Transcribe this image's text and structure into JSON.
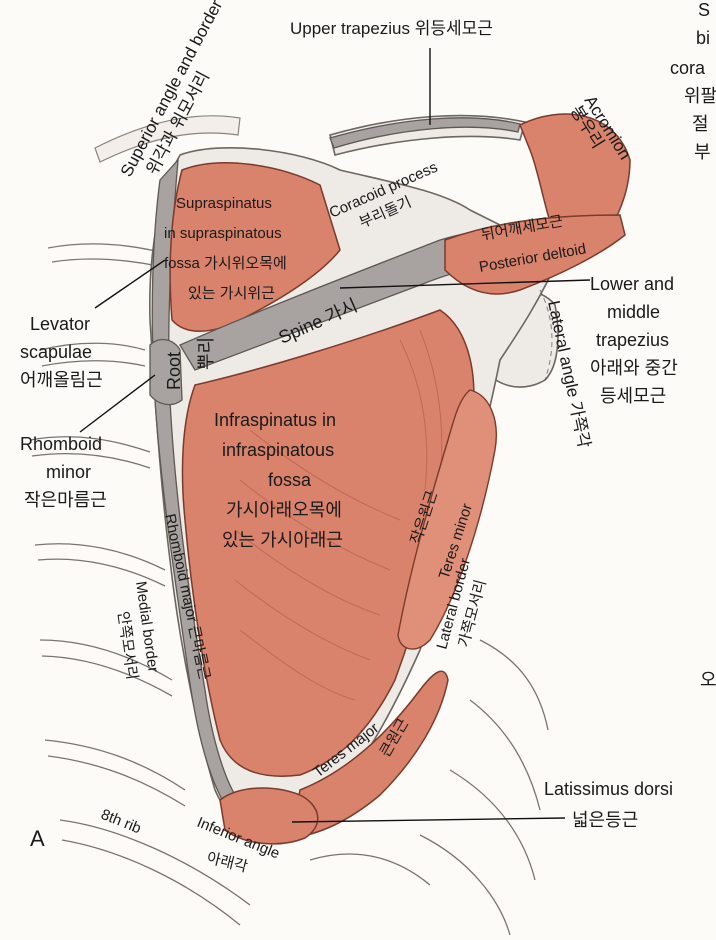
{
  "panel_letter": "A",
  "labels": {
    "upper_trapezius": "Upper trapezius 위등세모근",
    "superior_angle": "Superior angle and border",
    "superior_angle_ko": "위각과 위모서리",
    "acromion": "Acromion",
    "acromion_ko": "봉우리",
    "coracoid": "Coracoid process",
    "coracoid_ko": "부리돌기",
    "supraspinatus_1": "Supraspinatus",
    "supraspinatus_2": "in supraspinatous",
    "supraspinatus_3": "fossa 가시위오목에",
    "supraspinatus_4": "있는 가시위근",
    "posterior_deltoid_ko": "뒤어깨세모근",
    "posterior_deltoid": "Posterior deltoid",
    "lower_middle_1": "Lower and",
    "lower_middle_2": "middle",
    "lower_middle_3": "trapezius",
    "lower_middle_4": "아래와 중간",
    "lower_middle_5": "등세모근",
    "spine": "Spine 가시",
    "levator_1": "Levator",
    "levator_2": "scapulae",
    "levator_3": "어깨올림근",
    "root": "Root",
    "root_ko": "뿌리",
    "lateral_angle": "Lateral angle 가쪽각",
    "rhomboid_minor_1": "Rhomboid",
    "rhomboid_minor_2": "minor",
    "rhomboid_minor_3": "작은마름근",
    "infra_1": "Infraspinatus in",
    "infra_2": "infraspinatous",
    "infra_3": "fossa",
    "infra_4": "가시아래오목에",
    "infra_5": "있는 가시아래근",
    "teres_minor_ko": "작은원근",
    "teres_minor": "Teres minor",
    "rhomboid_major": "Rhomboid major 큰마름근",
    "lateral_border": "Lateral border",
    "lateral_border_ko": "가쪽모서리",
    "medial_border": "Medial border",
    "medial_border_ko": "안쪽모서리",
    "teres_major": "Teres major",
    "teres_major_ko": "큰원근",
    "latissimus": "Latissimus dorsi",
    "latissimus_ko": "넓은등근",
    "eighth_rib": "8th rib",
    "inferior_angle": "Inferior angle",
    "inferior_angle_ko": "아래각"
  },
  "margin_text": {
    "line1": "S",
    "line2": "bi",
    "line3": "cora",
    "line4": "위팔",
    "line5": "절",
    "line6": "부",
    "line7": "오"
  }
}
